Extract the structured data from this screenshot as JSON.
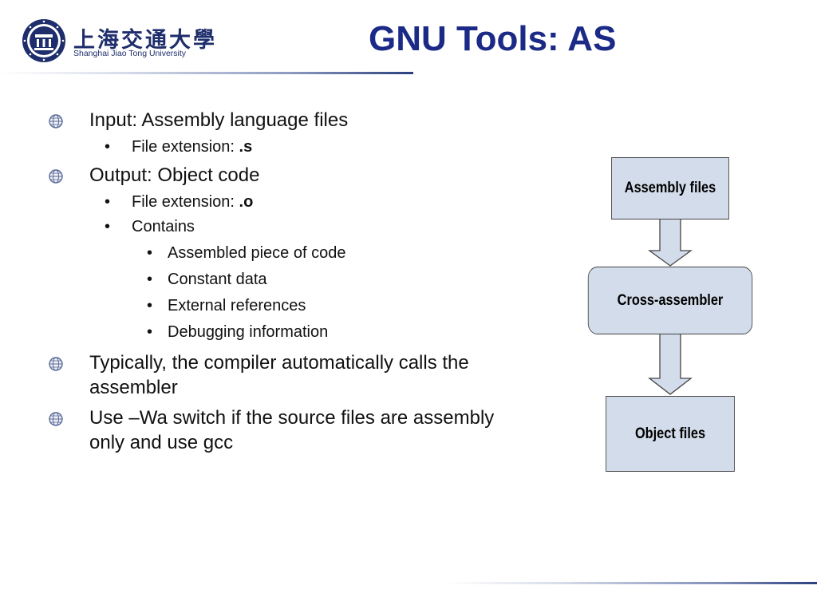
{
  "header": {
    "university_cn": "上海交通大學",
    "university_en": "Shanghai Jiao Tong University",
    "title": "GNU Tools: AS"
  },
  "outline": {
    "item1": "Input: Assembly language files",
    "item1_sub1_text": "File extension: ",
    "item1_sub1_bold": ".s",
    "item2": "Output: Object code",
    "item2_sub1_text": "File extension: ",
    "item2_sub1_bold": ".o",
    "item2_sub2": "Contains",
    "item2_sub2_items": [
      "Assembled piece of code",
      "Constant data",
      "External references",
      "Debugging information"
    ],
    "item3": "Typically, the compiler automatically calls the assembler",
    "item4": "Use –Wa switch if the source files are assembly only and use gcc"
  },
  "diagram": {
    "box1": "Assembly files",
    "box2": "Cross-assembler",
    "box3": "Object files",
    "fill_color": "#d3dcea"
  }
}
